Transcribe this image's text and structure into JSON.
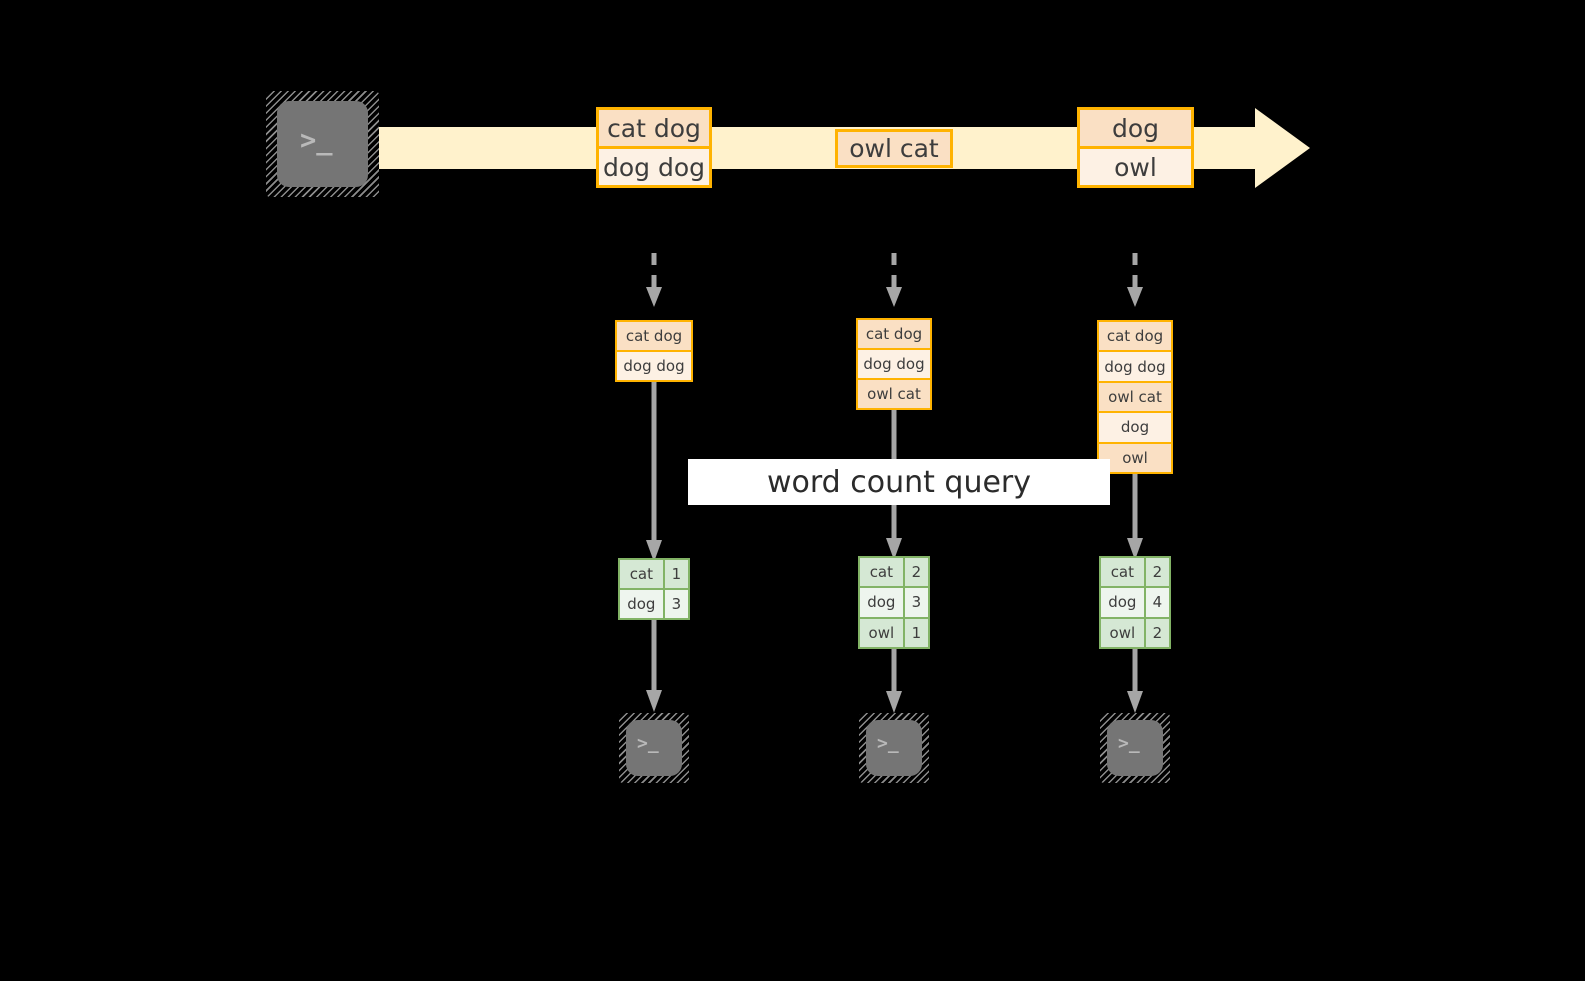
{
  "diagram": {
    "label": "word count query",
    "colors": {
      "background": "#000000",
      "stream_fill": "#FFF2CC",
      "record_border": "#FFB300",
      "record_fill": "#FDF1E4",
      "record_fill_alt": "#FAE0C4",
      "table_border": "#82B366",
      "table_fill": "#EEF5EE",
      "table_fill_alt": "#D5E8D4",
      "icon_fill": "#757575",
      "connector": "#A6A6A6",
      "band_fill": "#FFFFFF"
    }
  },
  "source": {
    "icon": "terminal-icon",
    "prompt": ">_"
  },
  "stream": {
    "records": [
      {
        "name": "stream-record-1",
        "lines": [
          "cat dog",
          "dog dog"
        ]
      },
      {
        "name": "stream-record-2",
        "lines": [
          "owl cat"
        ]
      },
      {
        "name": "stream-record-3",
        "lines": [
          "dog",
          "owl"
        ]
      }
    ]
  },
  "snapshots": [
    {
      "name": "snapshot-1",
      "input_lines": [
        "cat dog",
        "dog dog"
      ],
      "result": {
        "rows": [
          {
            "word": "cat",
            "count": "1"
          },
          {
            "word": "dog",
            "count": "3"
          }
        ]
      },
      "sink": {
        "icon": "terminal-icon",
        "prompt": ">_"
      }
    },
    {
      "name": "snapshot-2",
      "input_lines": [
        "cat dog",
        "dog dog",
        "owl cat"
      ],
      "result": {
        "rows": [
          {
            "word": "cat",
            "count": "2"
          },
          {
            "word": "dog",
            "count": "3"
          },
          {
            "word": "owl",
            "count": "1"
          }
        ]
      },
      "sink": {
        "icon": "terminal-icon",
        "prompt": ">_"
      }
    },
    {
      "name": "snapshot-3",
      "input_lines": [
        "cat dog",
        "dog dog",
        "owl cat",
        "dog",
        "owl"
      ],
      "result": {
        "rows": [
          {
            "word": "cat",
            "count": "2"
          },
          {
            "word": "dog",
            "count": "4"
          },
          {
            "word": "owl",
            "count": "2"
          }
        ]
      },
      "sink": {
        "icon": "terminal-icon",
        "prompt": ">_"
      }
    }
  ]
}
